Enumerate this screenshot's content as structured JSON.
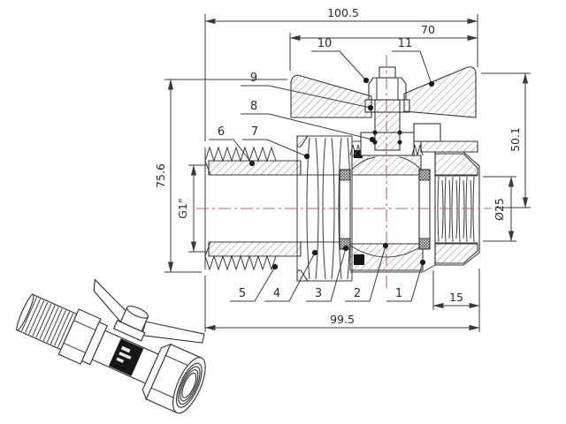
{
  "drawing": {
    "type": "ball-valve cross-section engineering drawing with isometric pictorial",
    "colors": {
      "background": "#ffffff",
      "line": "#3a3a3a",
      "centerline_red": "#c4625d",
      "label_band": "#161616"
    },
    "dimensions": {
      "overall_width": "100.5",
      "handle_width": "70",
      "total_height": "75.6",
      "thread_spec": "G1\"",
      "handle_height": "50.1",
      "bore_diameter": "Ø25",
      "nut_depth": "15",
      "body_length": "99.5"
    },
    "callouts": [
      "1",
      "2",
      "3",
      "4",
      "5",
      "6",
      "7",
      "8",
      "9",
      "10",
      "11"
    ]
  }
}
